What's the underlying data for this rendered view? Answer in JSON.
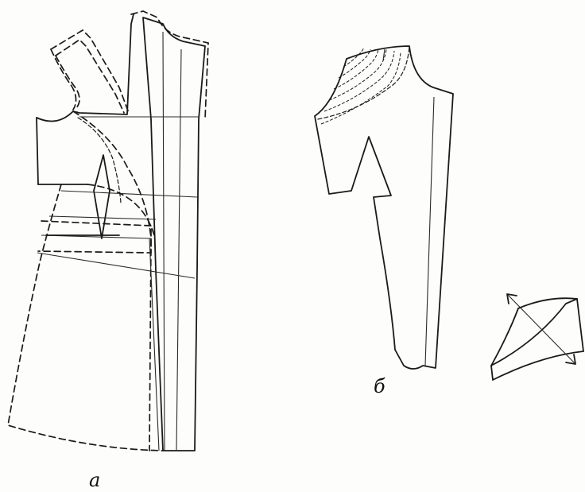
{
  "figures": [
    {
      "id": "a",
      "label": "а"
    },
    {
      "id": "b",
      "label": "б"
    }
  ],
  "colors": {
    "ink": "#1a1a1a",
    "paper": "#fdfdfb"
  }
}
